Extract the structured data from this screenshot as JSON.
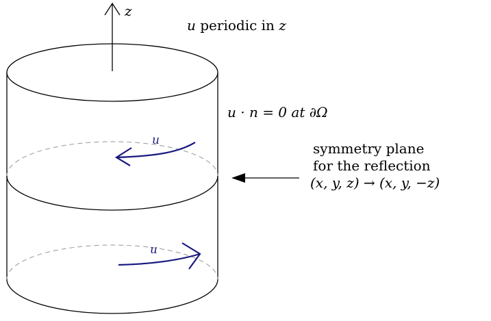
{
  "axis_label": "z",
  "periodic_label": {
    "sym": "u",
    "text": " periodic in ",
    "var": "z"
  },
  "boundary_label": "u · n = 0 at ∂Ω",
  "symmetry_label": {
    "line1": "symmetry plane",
    "line2": "for the reflection",
    "line3": "(x, y, z) → (x, y, −z)"
  },
  "flow_label_upper": "u",
  "flow_label_lower": "u",
  "colors": {
    "outline": "#000000",
    "flow_arrow": "#1a1a80",
    "dashed_back": "#9a9a9a"
  }
}
